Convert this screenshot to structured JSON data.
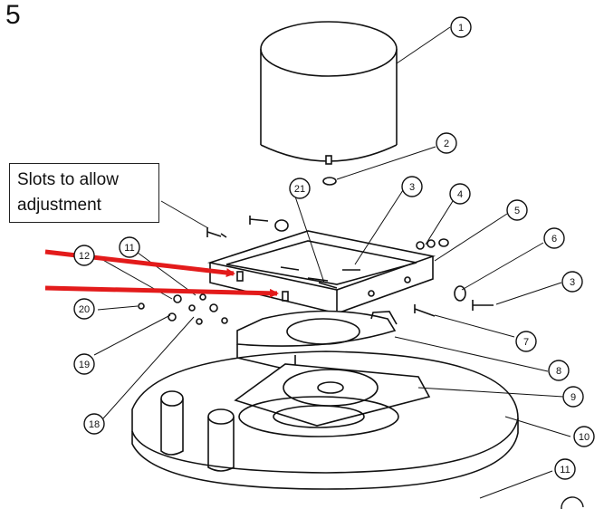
{
  "step_number": "5",
  "callout": {
    "line1": "Slots to allow",
    "line2": "adjustment"
  },
  "colors": {
    "arrow": "#e31b1b",
    "line": "#111111",
    "background": "#ffffff"
  },
  "part_callouts": [
    {
      "id": "callout-1",
      "label": "1"
    },
    {
      "id": "callout-2",
      "label": "2"
    },
    {
      "id": "callout-3a",
      "label": "3"
    },
    {
      "id": "callout-21",
      "label": "21"
    },
    {
      "id": "callout-4",
      "label": "4"
    },
    {
      "id": "callout-5",
      "label": "5"
    },
    {
      "id": "callout-6",
      "label": "6"
    },
    {
      "id": "callout-3b",
      "label": "3"
    },
    {
      "id": "callout-7",
      "label": "7"
    },
    {
      "id": "callout-8",
      "label": "8"
    },
    {
      "id": "callout-9",
      "label": "9"
    },
    {
      "id": "callout-10",
      "label": "10"
    },
    {
      "id": "callout-11b",
      "label": "11"
    },
    {
      "id": "callout-12",
      "label": "12"
    },
    {
      "id": "callout-11a",
      "label": "11"
    },
    {
      "id": "callout-20",
      "label": "20"
    },
    {
      "id": "callout-19",
      "label": "19"
    },
    {
      "id": "callout-18",
      "label": "18"
    }
  ]
}
